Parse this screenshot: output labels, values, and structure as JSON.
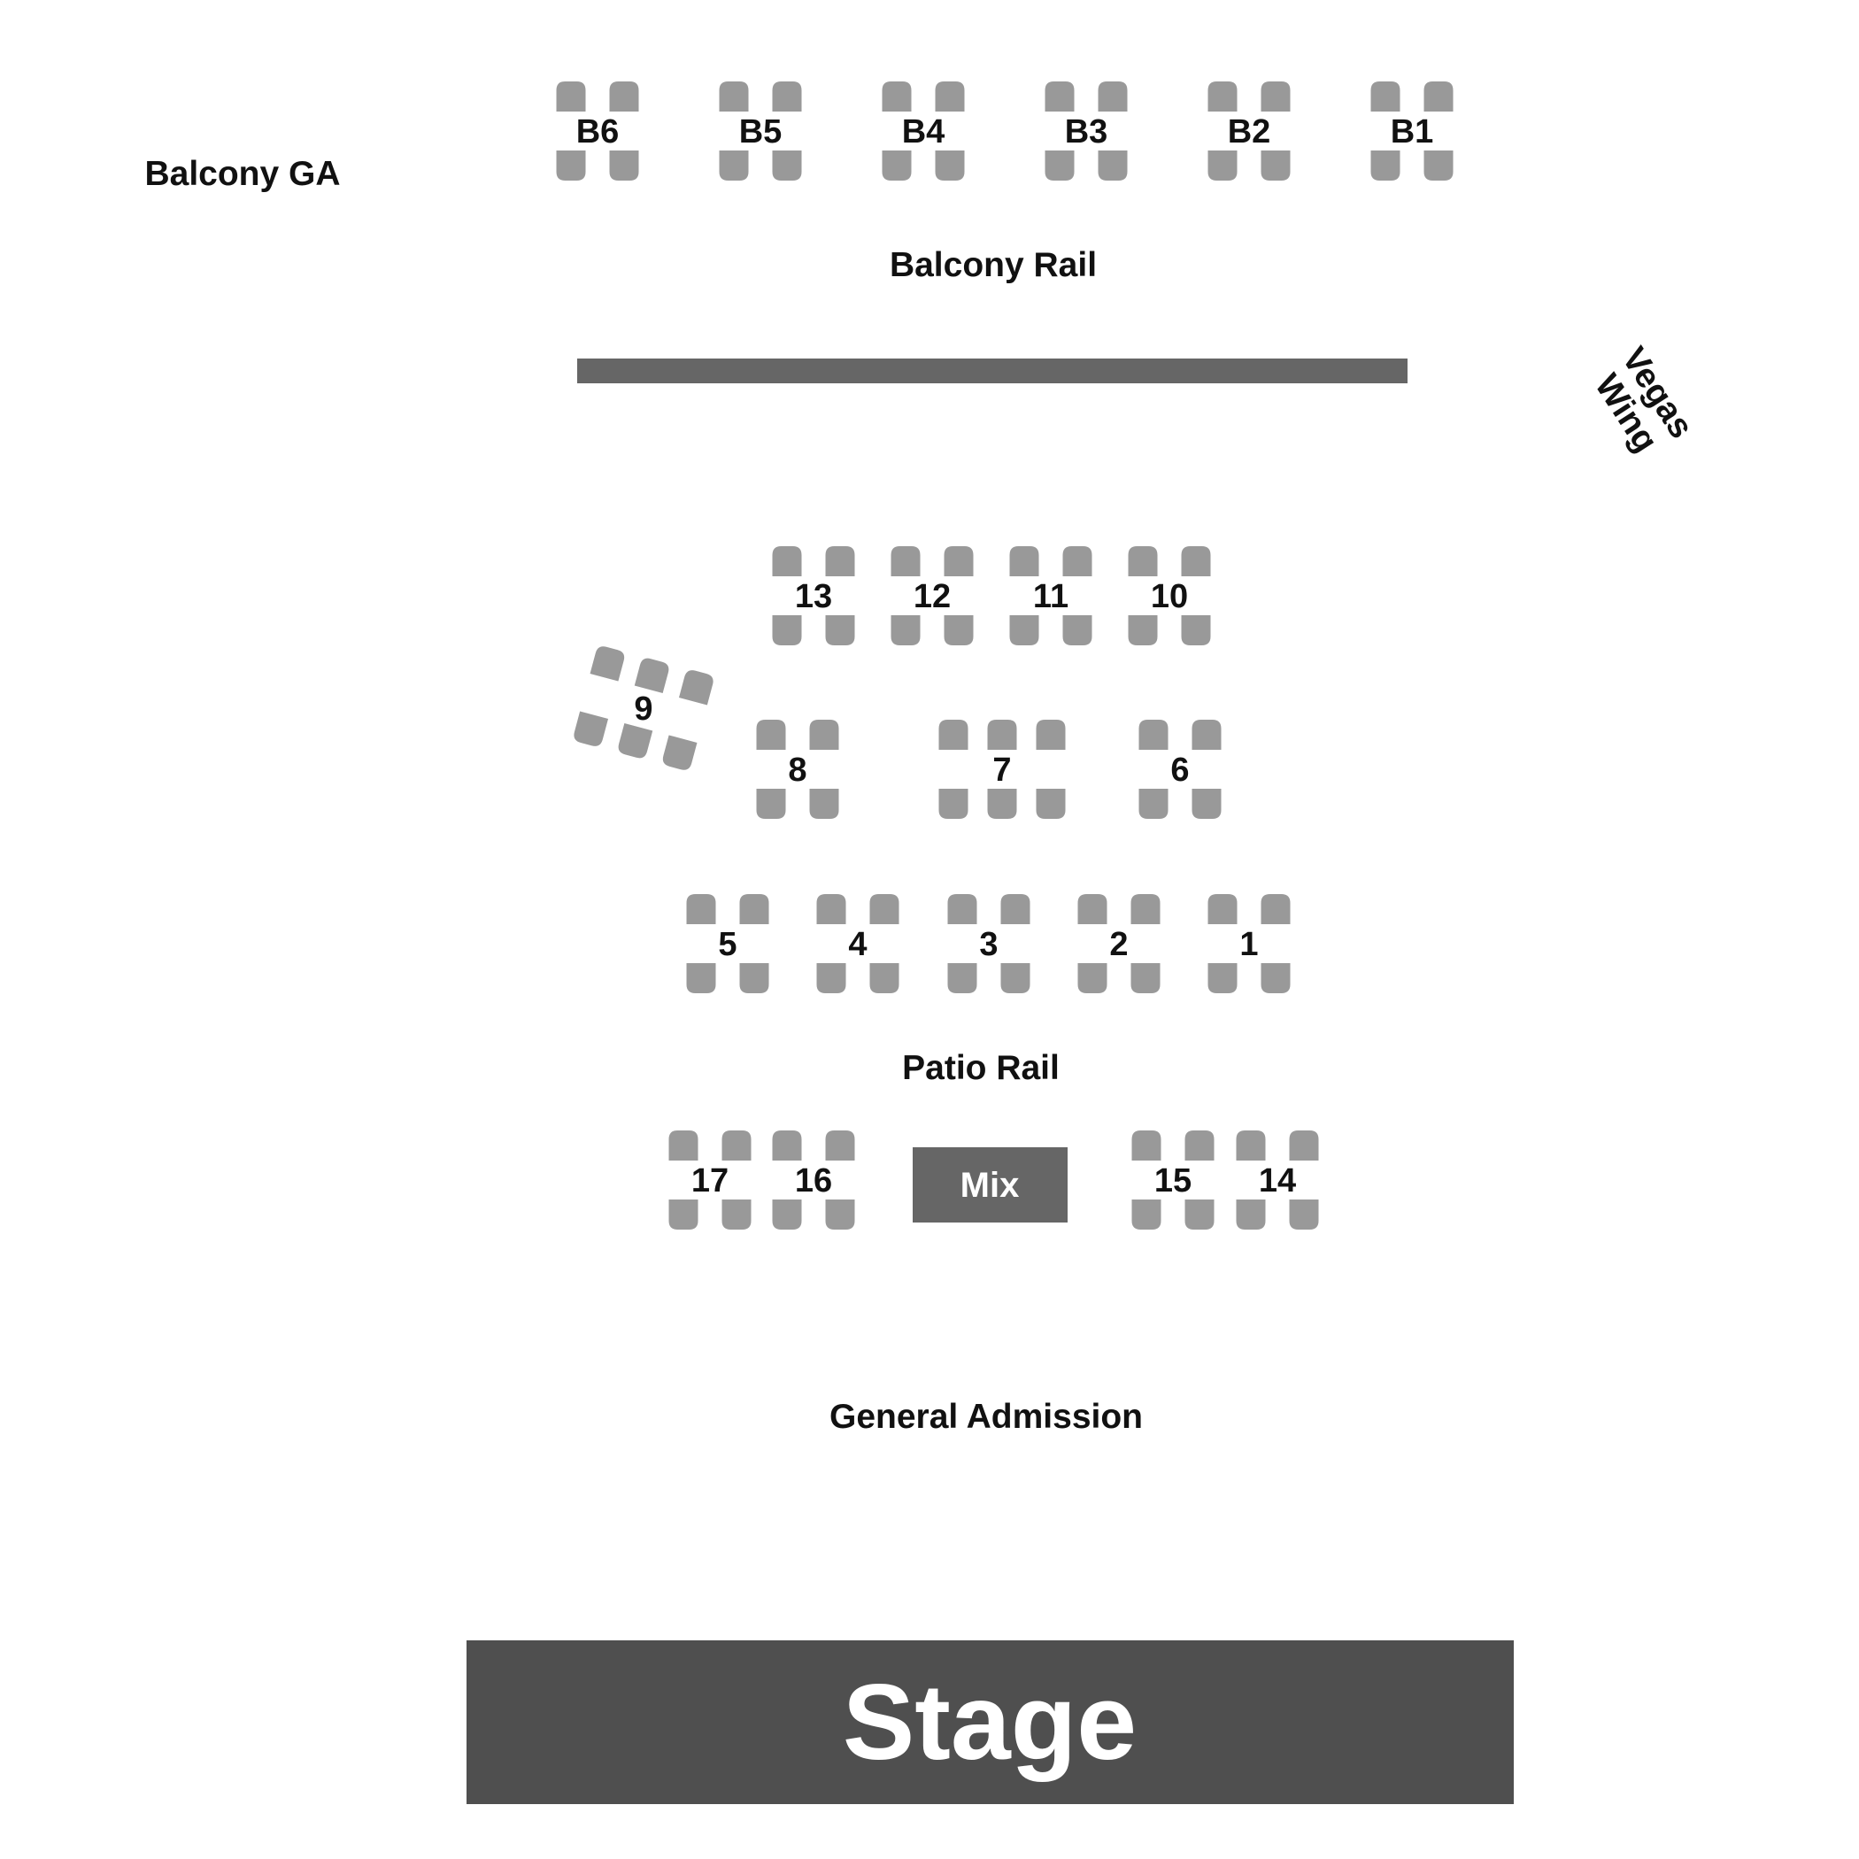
{
  "venue": {
    "labels": {
      "balcony_ga": "Balcony GA",
      "balcony_rail": "Balcony Rail",
      "vegas_wing_line1": "Vegas",
      "vegas_wing_line2": "Wing",
      "patio_rail": "Patio Rail",
      "general_admission": "General Admission",
      "mix": "Mix",
      "stage": "Stage"
    },
    "colors": {
      "seat": "#999999",
      "rail": "#666666",
      "mix": "#666666",
      "stage": "#4f4f4f",
      "text": "#111111",
      "background": "#ffffff"
    },
    "tables": {
      "balcony": [
        "B6",
        "B5",
        "B4",
        "B3",
        "B2",
        "B1"
      ],
      "row_back": [
        "13",
        "12",
        "11",
        "10"
      ],
      "row_middle": [
        "8",
        "7",
        "6"
      ],
      "angled": "9",
      "row_front": [
        "5",
        "4",
        "3",
        "2",
        "1"
      ],
      "floor_left": [
        "17",
        "16"
      ],
      "floor_right": [
        "15",
        "14"
      ]
    }
  }
}
